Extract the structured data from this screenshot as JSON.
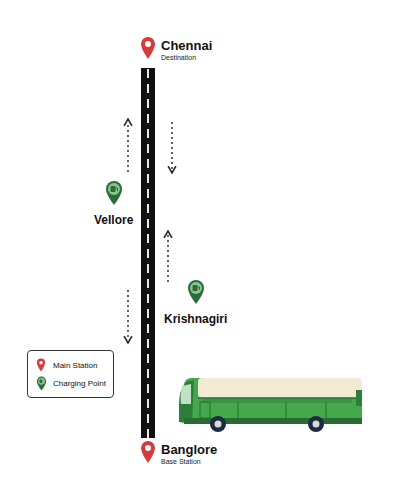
{
  "diagram": {
    "nodes": [
      {
        "text": [
          "Chennai",
          "Destination"
        ]
      },
      {
        "text": [
          "Vellore"
        ]
      },
      {
        "text": [
          "Krishnagiri"
        ]
      },
      {
        "text": [
          "Banglore",
          "Base Station"
        ]
      }
    ],
    "edges": [
      {
        "from": 3,
        "to": 0,
        "arrow": "none"
      }
    ],
    "legend": [
      {
        "text": "Main Station"
      },
      {
        "text": "Charging Point"
      }
    ]
  }
}
